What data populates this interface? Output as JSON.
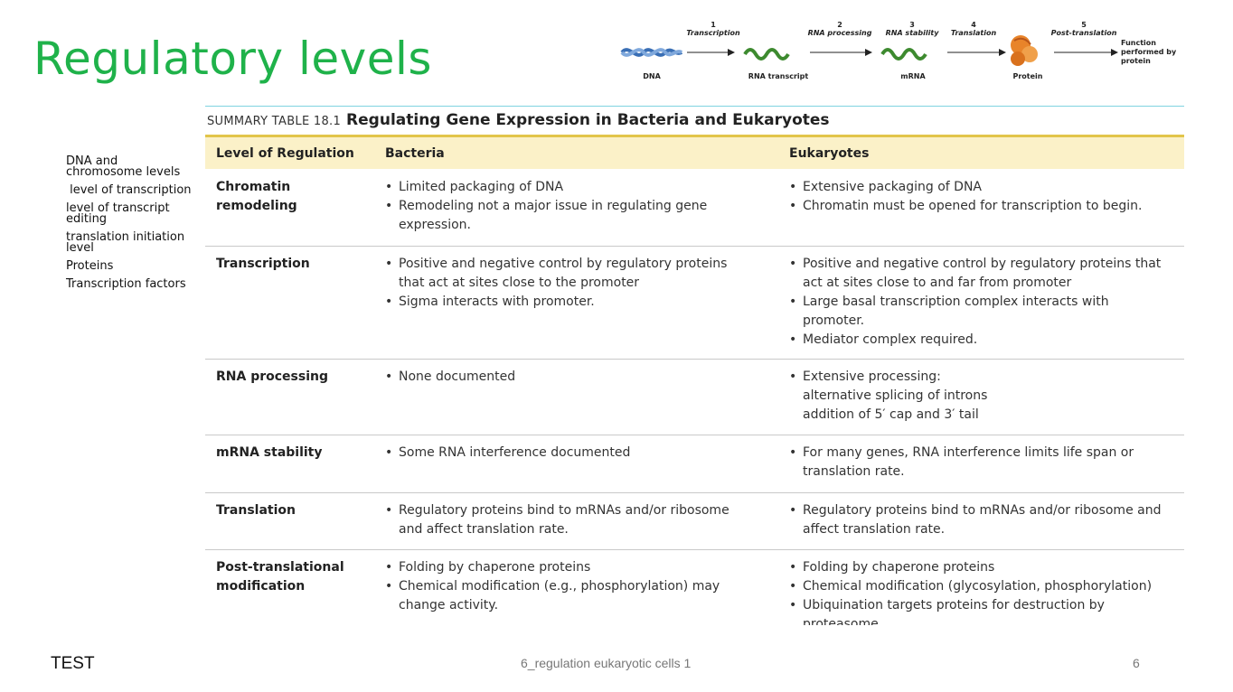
{
  "slide": {
    "title": "Regulatory levels",
    "side_list": [
      "DNA and chromosome levels",
      " level of transcription",
      "level of transcript editing",
      "translation initiation level",
      "Proteins",
      "Transcription factors"
    ],
    "footer_left": "TEST",
    "footer_center": "6_regulation eukaryotic cells 1",
    "page_number": "6"
  },
  "pathway": {
    "steps": [
      {
        "num": "1",
        "label": "Transcription"
      },
      {
        "num": "2",
        "label": "RNA processing"
      },
      {
        "num": "3",
        "label": "RNA stability"
      },
      {
        "num": "4",
        "label": "Translation"
      },
      {
        "num": "5",
        "label": "Post-translation"
      }
    ],
    "nodes": [
      "DNA",
      "RNA transcript",
      "mRNA",
      "Protein"
    ],
    "result": "Function performed by protein",
    "colors": {
      "dna": "#3a6fb5",
      "rna": "#3d8a2f",
      "protein": "#e8842a"
    }
  },
  "table": {
    "number": "SUMMARY TABLE 18.1",
    "title": "Regulating Gene Expression in Bacteria and Eukaryotes",
    "headers": [
      "Level of Regulation",
      "Bacteria",
      "Eukaryotes"
    ],
    "rows": [
      {
        "level": "Chromatin remodeling",
        "bacteria": [
          {
            "text": "Limited packaging of DNA",
            "bullet": true
          },
          {
            "text": "Remodeling not a major issue in regulating gene expression.",
            "bullet": true
          }
        ],
        "eukaryotes": [
          {
            "text": "Extensive packaging of DNA",
            "bullet": true
          },
          {
            "text": "Chromatin must be opened for transcription to begin.",
            "bullet": true
          }
        ]
      },
      {
        "level": "Transcription",
        "bacteria": [
          {
            "text": "Positive and negative control by regulatory proteins that act at sites close to the promoter",
            "bullet": true
          },
          {
            "text": "Sigma interacts with promoter.",
            "bullet": true
          }
        ],
        "eukaryotes": [
          {
            "text": "Positive and negative control by regulatory proteins that act at sites close to and far from promoter",
            "bullet": true
          },
          {
            "text": "Large basal transcription complex interacts with promoter.",
            "bullet": true
          },
          {
            "text": "Mediator complex required.",
            "bullet": true
          }
        ]
      },
      {
        "level": "RNA processing",
        "bacteria": [
          {
            "text": "None documented",
            "bullet": true
          }
        ],
        "eukaryotes": [
          {
            "text": "Extensive processing:",
            "bullet": true
          },
          {
            "text": "alternative splicing of introns",
            "bullet": false
          },
          {
            "text": "addition of 5′ cap and 3′ tail",
            "bullet": false
          }
        ]
      },
      {
        "level": "mRNA stability",
        "bacteria": [
          {
            "text": "Some RNA interference documented",
            "bullet": true
          }
        ],
        "eukaryotes": [
          {
            "text": "For many genes, RNA interference limits life span or translation rate.",
            "bullet": true
          }
        ]
      },
      {
        "level": "Translation",
        "bacteria": [
          {
            "text": "Regulatory proteins bind to mRNAs and/or ribosome and affect translation rate.",
            "bullet": true
          }
        ],
        "eukaryotes": [
          {
            "text": "Regulatory proteins bind to mRNAs and/or ribosome and affect translation rate.",
            "bullet": true
          }
        ]
      },
      {
        "level": "Post-translational modification",
        "bacteria": [
          {
            "text": "Folding by chaperone proteins",
            "bullet": true
          },
          {
            "text": "Chemical modification (e.g., phosphorylation) may change activity.",
            "bullet": true
          }
        ],
        "eukaryotes": [
          {
            "text": "Folding by chaperone proteins",
            "bullet": true
          },
          {
            "text": "Chemical modification (glycosylation, phosphorylation)",
            "bullet": true
          },
          {
            "text": "Ubiquination targets proteins for destruction by proteasome.",
            "bullet": true
          }
        ]
      }
    ]
  }
}
